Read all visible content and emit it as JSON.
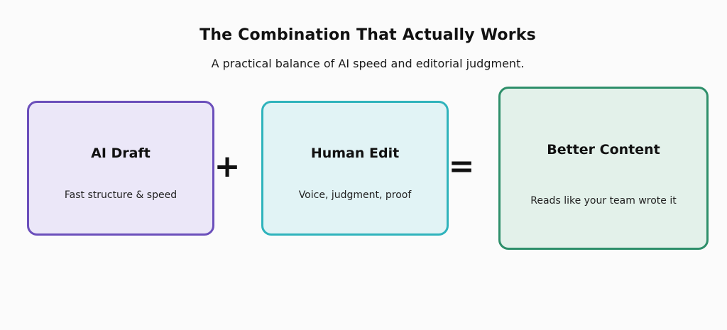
{
  "header": {
    "title": "The Combination That Actually Works",
    "subtitle": "A practical balance of AI speed and editorial judgment."
  },
  "boxes": [
    {
      "title": "AI Draft",
      "description": "Fast structure & speed",
      "border_color": "#6b4fbb",
      "fill_color": "#ebe7f8"
    },
    {
      "title": "Human Edit",
      "description": "Voice, judgment, proof",
      "border_color": "#2fb3bc",
      "fill_color": "#e1f3f5"
    },
    {
      "title": "Better Content",
      "description": "Reads like your team wrote it",
      "border_color": "#2e8f6a",
      "fill_color": "#e3f1ea"
    }
  ],
  "operators": {
    "plus": "+",
    "equals": "="
  }
}
